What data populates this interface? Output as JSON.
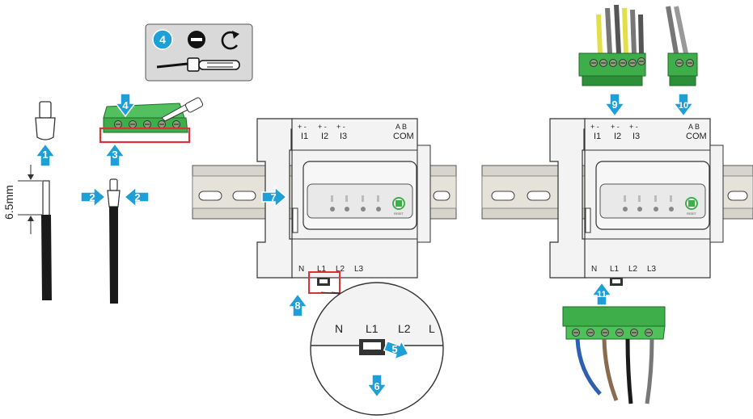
{
  "dimension": {
    "label": "6.5mm"
  },
  "tool_card": {
    "step": "4"
  },
  "steps": {
    "s1": "1",
    "s2a": "2",
    "s2b": "2",
    "s3": "3",
    "s4": "4",
    "s5": "5",
    "s6": "6",
    "s7": "7",
    "s8": "8",
    "s9": "9",
    "s10": "10",
    "s11": "11"
  },
  "meter_left": {
    "top_labels": [
      "I1",
      "I2",
      "I3",
      "COM"
    ],
    "top_signs": [
      "+ -",
      "+ -",
      "+ -",
      "A B"
    ],
    "bottom_labels": [
      "N",
      "L1",
      "L2",
      "L3"
    ],
    "reset_label": "RESET"
  },
  "meter_right": {
    "top_labels": [
      "I1",
      "I2",
      "I3",
      "COM"
    ],
    "top_signs": [
      "+ -",
      "+ -",
      "+ -",
      "A B"
    ],
    "bottom_labels": [
      "N",
      "L1",
      "L2",
      "L3"
    ],
    "reset_label": "RESET"
  },
  "zoom": {
    "labels": [
      "N",
      "L1",
      "L2",
      "L"
    ]
  },
  "colors": {
    "accent_blue": "#1e9fd8",
    "connector_green": "#3dae49",
    "highlight_red": "#e0303a",
    "rail_fill": "#d6d4cb",
    "housing": "#f3f3f3",
    "outline": "#333333"
  }
}
